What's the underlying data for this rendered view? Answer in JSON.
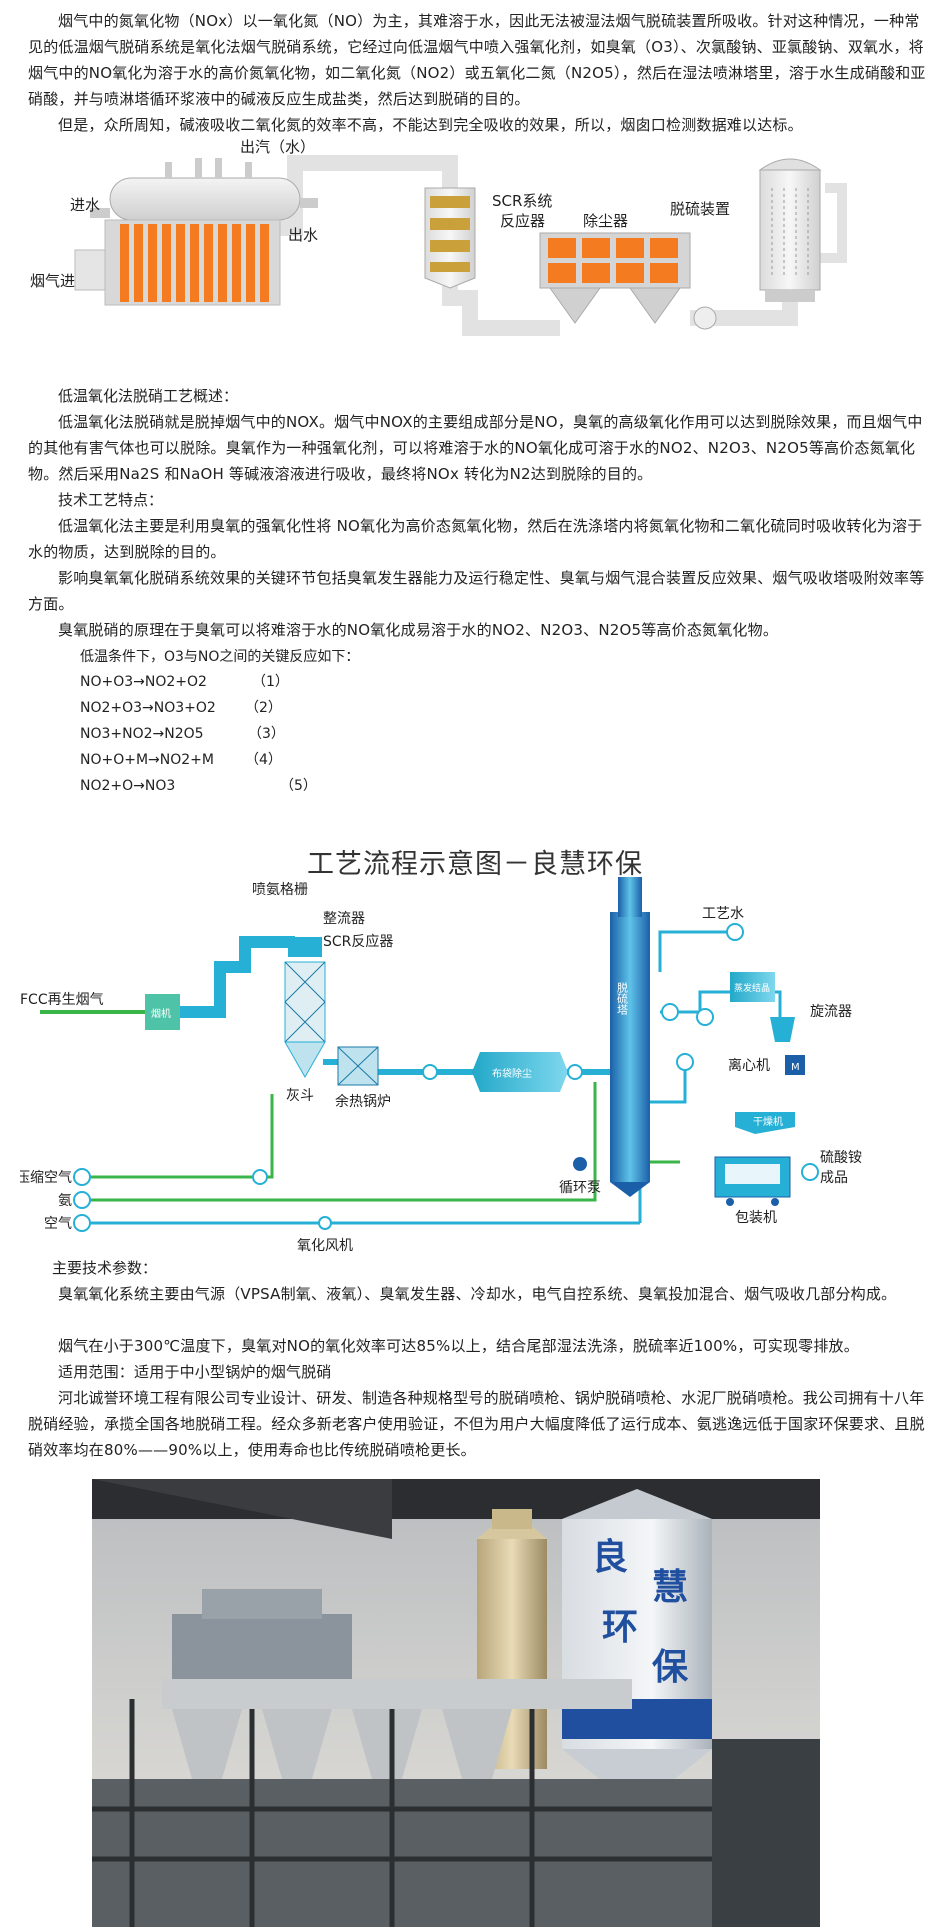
{
  "intro": {
    "p1": "烟气中的氮氧化物（NOx）以一氧化氮（NO）为主，其难溶于水，因此无法被湿法烟气脱硫装置所吸收。针对这种情况，一种常见的低温烟气脱硝系统是氧化法烟气脱硝系统，它经过向低温烟气中喷入强氧化剂，如臭氧（O3）、次氯酸钠、亚氯酸钠、双氧水，将烟气中的NO氧化为溶于水的高价氮氧化物，如二氧化氮（NO2）或五氧化二氮（N2O5），然后在湿法喷淋塔里，溶于水生成硝酸和亚硝酸，并与喷淋塔循环浆液中的碱液反应生成盐类，然后达到脱硝的目的。",
    "p2": "但是，众所周知，碱液吸收二氧化氮的效率不高，不能达到完全吸收的效果，所以，烟囱口检测数据难以达标。"
  },
  "diagram1": {
    "steam_out": "出汽（水）",
    "water_in": "进水",
    "water_out": "出水",
    "flue_in": "烟气进",
    "scr_line1": "SCR系统",
    "scr_line2": "反应器",
    "dust": "除尘器",
    "desulf": "脱硫装置"
  },
  "overview": {
    "heading": "低温氧化法脱硝工艺概述：",
    "p1": "低温氧化法脱硝就是脱掉烟气中的NOX。烟气中NOX的主要组成部分是NO，臭氧的高级氧化作用可以达到脱除效果，而且烟气中的其他有害气体也可以脱除。臭氧作为一种强氧化剂，可以将难溶于水的NO氧化成可溶于水的NO2、N2O3、N2O5等高价态氮氧化物。然后采用Na2S 和NaOH 等碱液溶液进行吸收，最终将NOx 转化为N2达到脱除的目的。",
    "tech_heading": "技术工艺特点：",
    "p2": "低温氧化法主要是利用臭氧的强氧化性将 NO氧化为高价态氮氧化物，然后在洗涤塔内将氮氧化物和二氧化硫同时吸收转化为溶于水的物质，达到脱除的目的。",
    "p3": "影响臭氧氧化脱硝系统效果的关键环节包括臭氧发生器能力及运行稳定性、臭氧与烟气混合装置反应效果、烟气吸收塔吸附效率等方面。",
    "p4": "臭氧脱硝的原理在于臭氧可以将难溶于水的NO氧化成易溶于水的NO2、N2O3、N2O5等高价态氮氧化物。",
    "reaction_intro": "低温条件下，O3与NO之间的关键反应如下："
  },
  "reactions": [
    {
      "formula": "NO+O3→NO2+O2",
      "num": "（1）"
    },
    {
      "formula": "NO2+O3→NO3+O2",
      "num": "（2）"
    },
    {
      "formula": "NO3+NO2→N2O5",
      "num": "（3）"
    },
    {
      "formula": "NO+O+M→NO2+M",
      "num": "（4）"
    },
    {
      "formula": "NO2+O→NO3",
      "num": "（5）"
    }
  ],
  "diagram2": {
    "title": "工艺流程示意图－良慧环保",
    "fcc": "FCC再生烟气",
    "fan": "烟机",
    "ammonia_grid": "喷氨格栅",
    "rectifier": "整流器",
    "scr": "SCR反应器",
    "ash_hopper": "灰斗",
    "boiler": "余热锅炉",
    "bag_filter": "布袋除尘",
    "tower": "脱硫塔",
    "process_water": "工艺水",
    "evaporator": "蒸发结晶",
    "cyclone": "旋流器",
    "centrifuge": "离心机",
    "motor": "M",
    "dryer": "干燥机",
    "product_line1": "硫酸铵",
    "product_line2": "成品",
    "packer": "包装机",
    "pump": "循环泵",
    "compressed_air": "压缩空气",
    "ammonia": "氨",
    "air": "空气",
    "oxidation_fan": "氧化风机"
  },
  "params": {
    "heading": "主要技术参数：",
    "p1": "臭氧氧化系统主要由气源（VPSA制氧、液氧）、臭氧发生器、冷却水，电气自控系统、臭氧投加混合、烟气吸收几部分构成。",
    "p2": "烟气在小于300℃温度下，臭氧对NO的氧化效率可达85%以上，结合尾部湿法洗涤，脱硫率近100%，可实现零排放。",
    "scope": "适用范围：适用于中小型锅炉的烟气脱硝",
    "company": "河北诚誉环境工程有限公司专业设计、研发、制造各种规格型号的脱硝喷枪、锅炉脱硝喷枪、水泥厂脱硝喷枪。我公司拥有十八年脱硝经验，承揽全国各地脱硝工程。经众多新老客户使用验证，不但为用户大幅度降低了运行成本、氨逃逸远低于国家环保要求、且脱硝效率均在80%——90%以上，使用寿命也比传统脱硝喷枪更长。"
  },
  "photo": {
    "silo_text": [
      "良",
      "慧",
      "环",
      "保"
    ]
  },
  "colors": {
    "text": "#222222",
    "pipe": "#e6e6e6",
    "heater_orange": "#f47b20",
    "flow_blue": "#1aa0c8",
    "flow_green": "#3ab54a",
    "tower_blue": "#2a7bbf"
  }
}
